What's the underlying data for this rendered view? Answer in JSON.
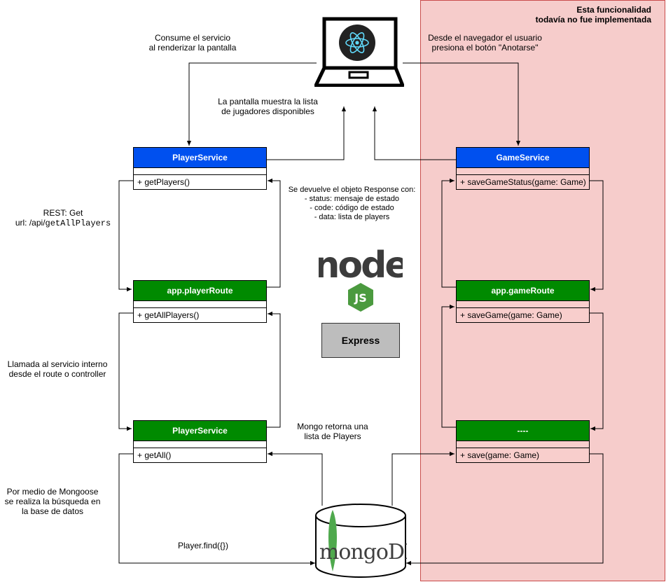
{
  "zone": {
    "title_line1": "Esta funcionalidad",
    "title_line2": "todavía no fue implementada"
  },
  "annotations": {
    "consume_1": "Consume el servicio",
    "consume_2": "al renderizar la pantalla",
    "browser_1": "Desde el navegador el usuario",
    "browser_2": "presiona el botón \"Anotarse\"",
    "screen_1": "La pantalla muestra la lista",
    "screen_2": "de jugadores disponibles",
    "response_1": "Se devuelve el objeto Response con:",
    "response_2": "- status: mensaje de estado",
    "response_3": "- code: código de estado",
    "response_4": "- data: lista de players",
    "rest_1": "REST: Get",
    "rest_2a": "url: /api/",
    "rest_2b": "getAllPlayers",
    "internal_1": "Llamada al servicio interno",
    "internal_2": "desde el route o controller",
    "mongo_ret_1": "Mongo retorna una",
    "mongo_ret_2": "lista de Players",
    "mongoose_1": "Por medio de Mongoose",
    "mongoose_2": "se realiza la búsqueda en",
    "mongoose_3": "la base de datos",
    "find": "Player.find({})"
  },
  "classes": {
    "player_service_top": {
      "name": "PlayerService",
      "method": "+ getPlayers()"
    },
    "player_route": {
      "name": "app.playerRoute",
      "method": "+ getAllPlayers()"
    },
    "player_service_bottom": {
      "name": "PlayerService",
      "method": "+ getAll()"
    },
    "game_service": {
      "name": "GameService",
      "method": "+ saveGameStatus(game: Game)"
    },
    "game_route": {
      "name": "app.gameRoute",
      "method": "+ saveGame(game: Game)"
    },
    "game_model": {
      "name": "----",
      "method": "+ save(game: Game)"
    }
  },
  "logos": {
    "express": "Express",
    "node": "node",
    "js": "JS",
    "mongo": "mongoDB"
  },
  "colors": {
    "blue_header": "#0050ef",
    "green_header": "#008a00",
    "red_zone": "#f6cccb",
    "express_box": "#bdbdbd"
  }
}
